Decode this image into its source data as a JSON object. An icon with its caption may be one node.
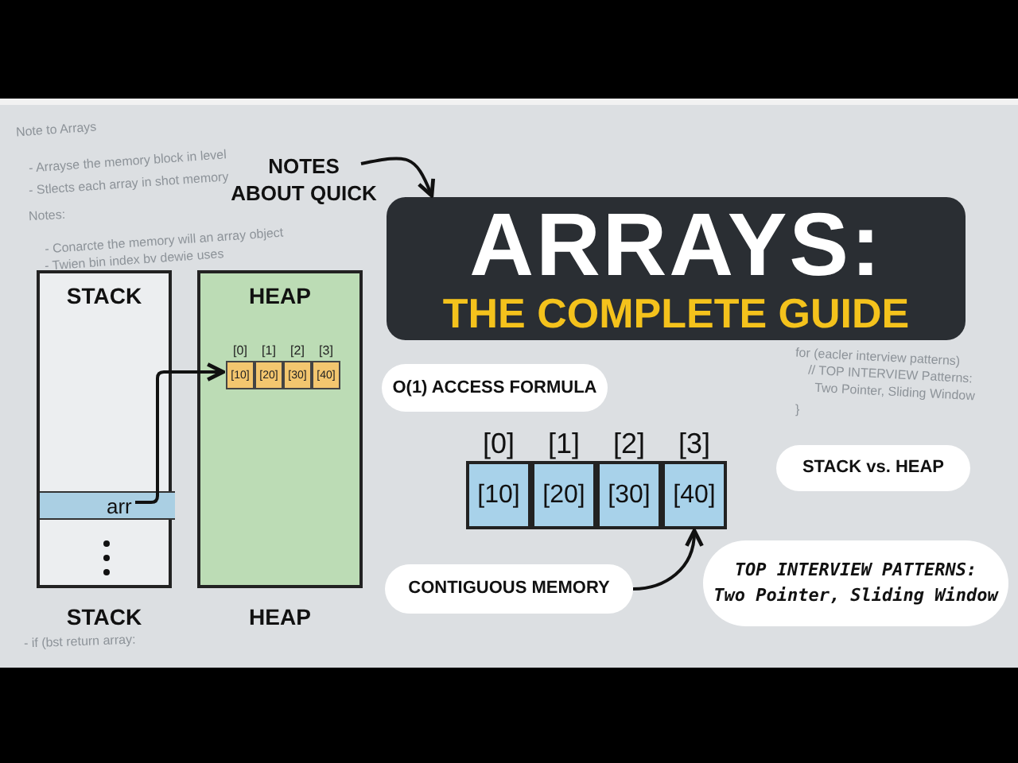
{
  "diagram": {
    "nodes": [
      {
        "text": [
          "NOTES ABOUT QUICK"
        ]
      },
      {
        "text": [
          "ARRAYS:",
          "THE COMPLETE GUIDE"
        ]
      },
      {
        "text": [
          "STACK"
        ],
        "beside": [
          "STACK"
        ]
      },
      {
        "text": [
          "arr"
        ],
        "in": 2
      },
      {
        "text": [
          "HEAP"
        ],
        "beside": [
          "HEAP"
        ]
      },
      {
        "text": [
          "[10]"
        ],
        "in": 4,
        "beside": [
          "[0]"
        ]
      },
      {
        "text": [
          "[20]"
        ],
        "in": 4,
        "beside": [
          "[1]"
        ]
      },
      {
        "text": [
          "[30]"
        ],
        "in": 4,
        "beside": [
          "[2]"
        ]
      },
      {
        "text": [
          "[40]"
        ],
        "in": 4,
        "beside": [
          "[3]"
        ]
      },
      {
        "text": [
          "O(1) ACCESS FORMULA"
        ]
      },
      {
        "text": [
          "[10]"
        ],
        "beside": [
          "[0]"
        ]
      },
      {
        "text": [
          "[20]"
        ],
        "beside": [
          "[1]"
        ]
      },
      {
        "text": [
          "[30]"
        ],
        "beside": [
          "[2]"
        ]
      },
      {
        "text": [
          "[40]"
        ],
        "beside": [
          "[3]"
        ]
      },
      {
        "text": [
          "STACK vs. HEAP"
        ]
      },
      {
        "text": [
          "CONTIGUOUS MEMORY"
        ]
      },
      {
        "text": [
          "TOP INTERVIEW PATTERNS:",
          "Two Pointer, Sliding Window"
        ]
      }
    ],
    "edges": [
      {
        "from": 0,
        "to": 1,
        "arrow": "to"
      },
      {
        "from": 3,
        "to": 5,
        "arrow": "to"
      },
      {
        "from": 15,
        "to": 13,
        "arrow": "to"
      }
    ],
    "labels": [
      "Note to Arrays",
      "- Arrayse the memory block in level",
      "- Stlects each array in shot memory",
      "Notes:",
      "- Conarcte the memory will an array object",
      "- Twien bin index bv dewie uses",
      "for (eacler interview patterns)",
      "// TOP INTERVIEW Patterns:",
      "Two Pointer, Sliding Window",
      "}",
      "- if (bst return array:"
    ]
  }
}
